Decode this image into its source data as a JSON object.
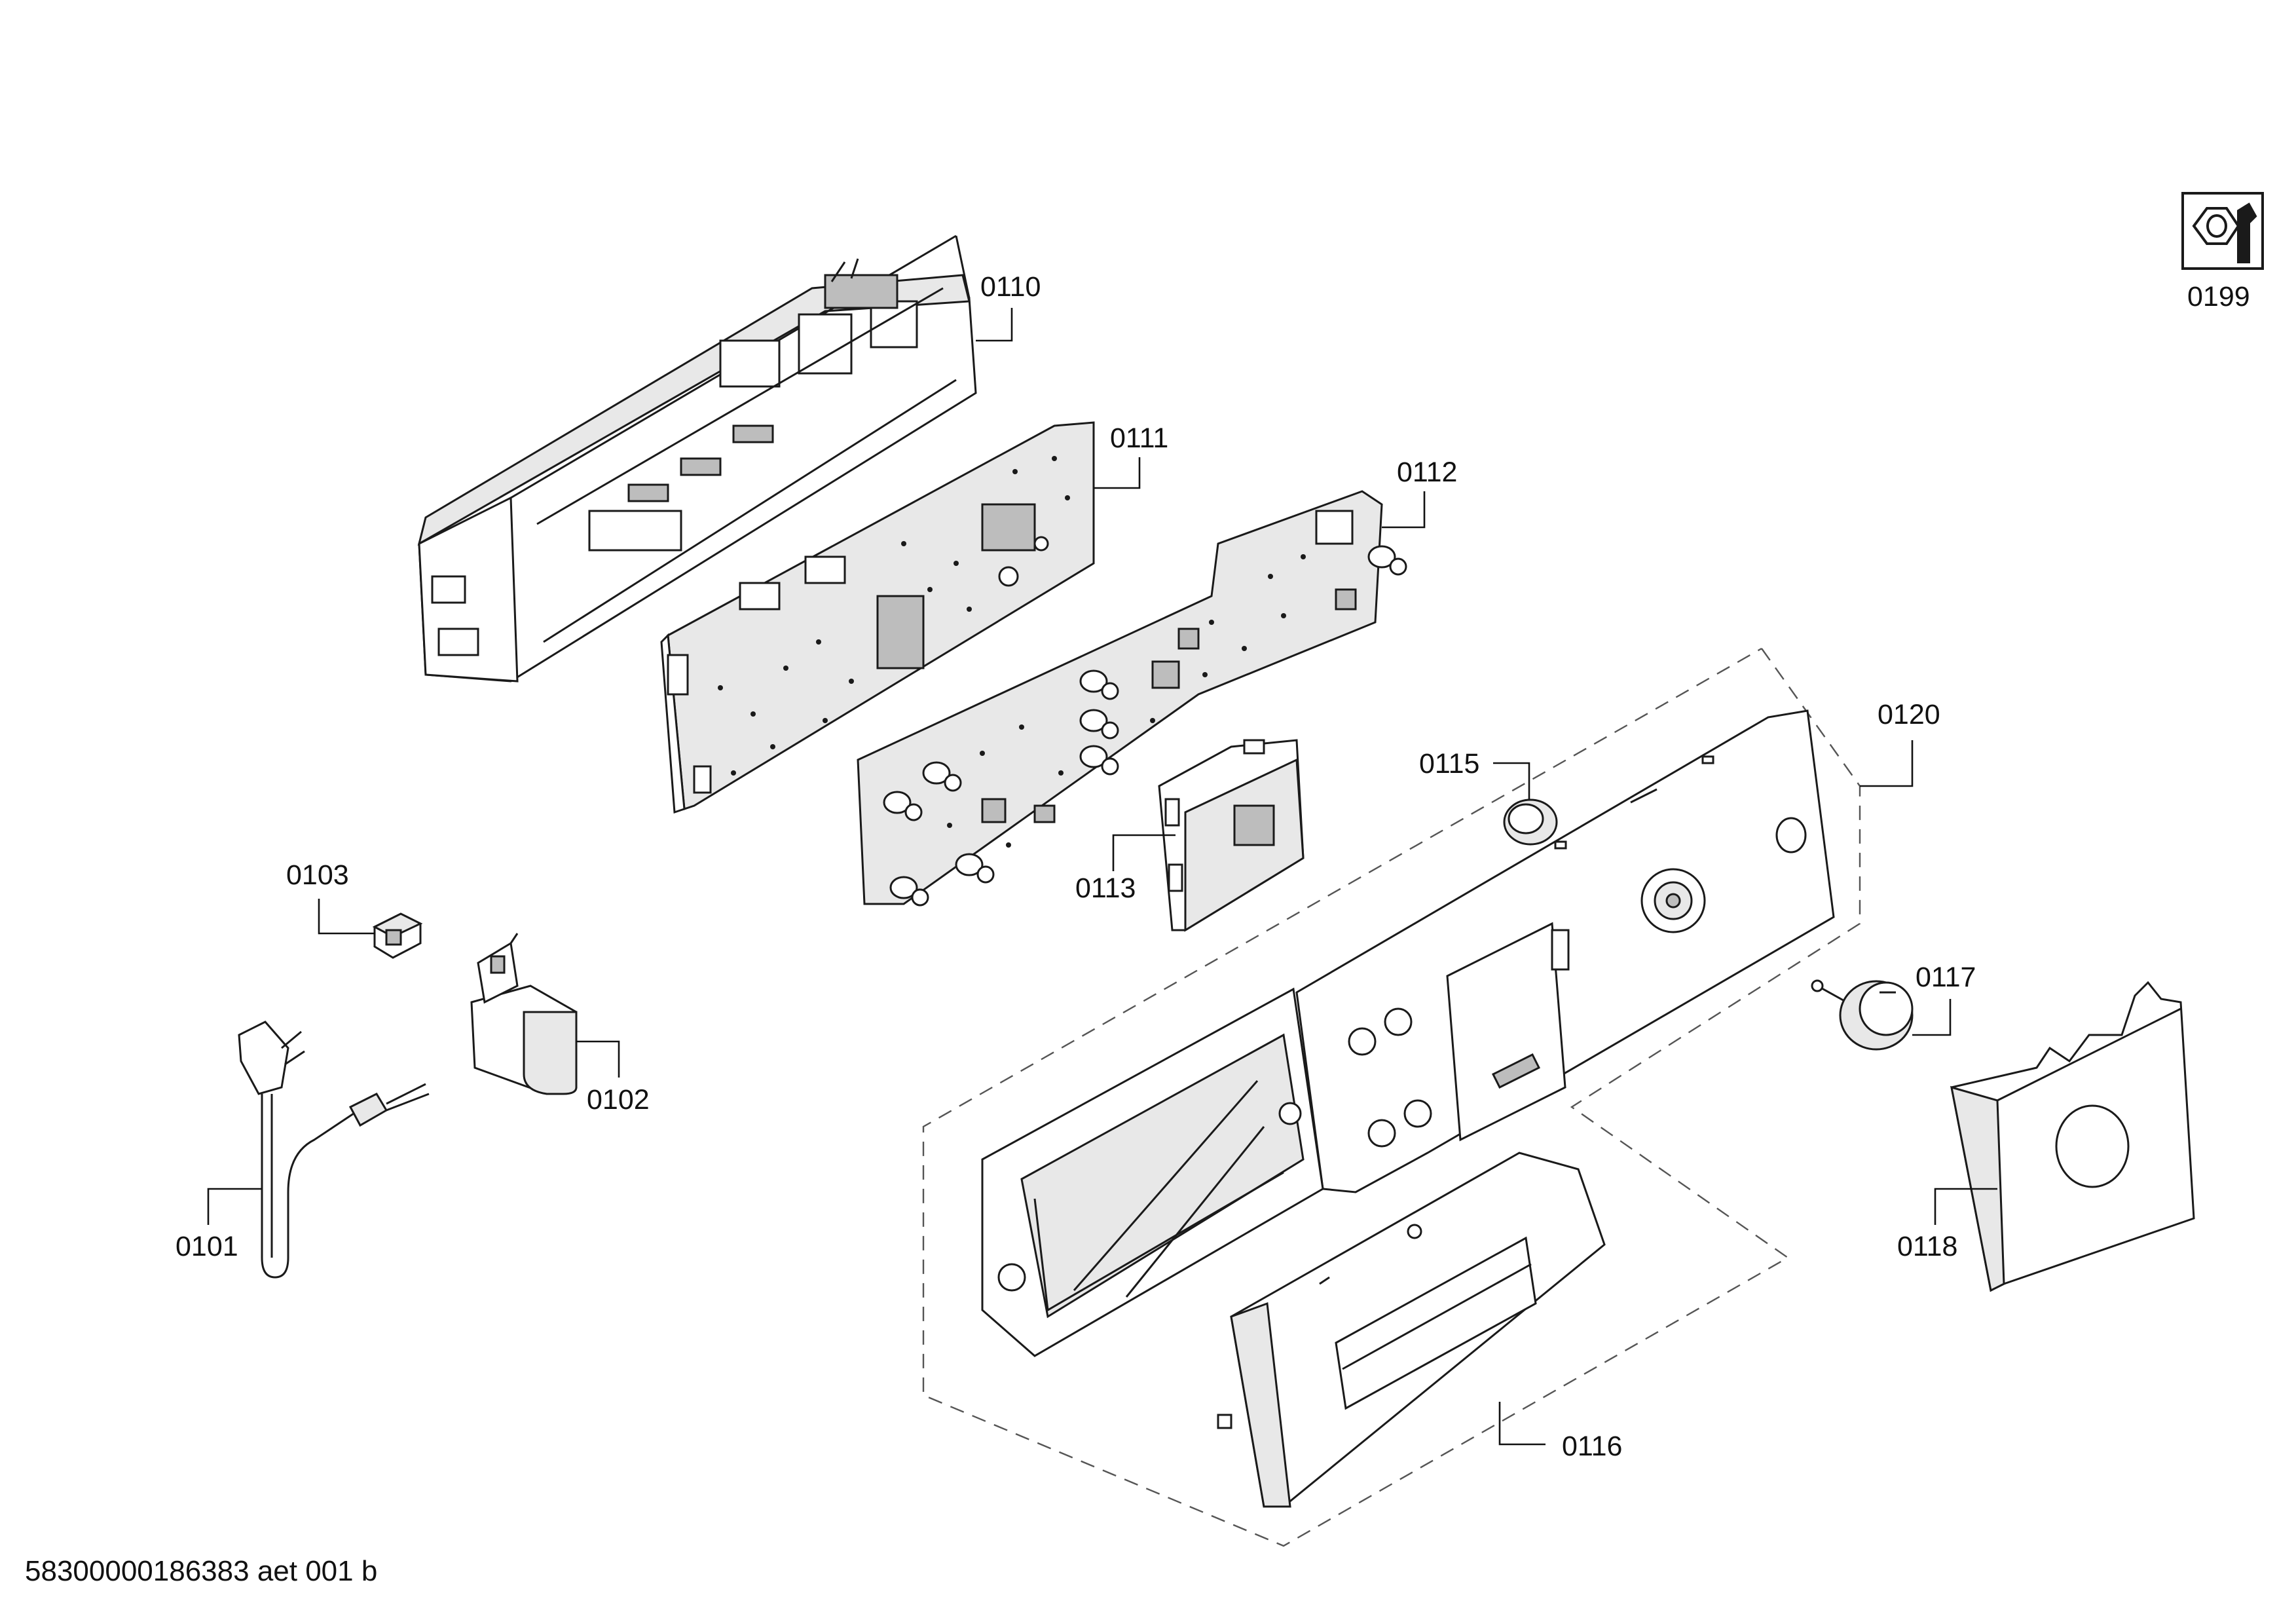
{
  "document_code": "58300000186383 aet 001 b",
  "parts": {
    "p0101": "0101",
    "p0102": "0102",
    "p0103": "0103",
    "p0110": "0110",
    "p0111": "0111",
    "p0112": "0112",
    "p0113": "0113",
    "p0115": "0115",
    "p0116": "0116",
    "p0117": "0117",
    "p0118": "0118",
    "p0120": "0120",
    "p0199": "0199"
  },
  "icons": {
    "service_tools": "nut-and-wrench-icon"
  },
  "colors": {
    "line": "#1a1a1a",
    "board_fill": "#e8e8e8",
    "background": "#ffffff"
  }
}
